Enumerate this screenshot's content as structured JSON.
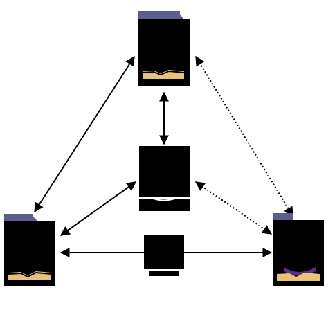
{
  "diagram": {
    "nodes": [
      {
        "id": "top",
        "kind": "cylinder-with-face",
        "icon": "database-person-icon",
        "colors": {
          "cap": "#5c5f8c",
          "body": "#000000",
          "skin": "#e8c27a"
        }
      },
      {
        "id": "left",
        "kind": "cylinder-with-face",
        "icon": "database-person-icon",
        "colors": {
          "cap": "#5c5f8c",
          "body": "#000000",
          "skin": "#e8c27a"
        }
      },
      {
        "id": "right",
        "kind": "round-head-with-face",
        "icon": "person-hooded-icon",
        "colors": {
          "cap": "#5c5f8c",
          "body": "#000000",
          "skin": "#e8c27a",
          "accent": "#5b2d86"
        }
      },
      {
        "id": "center",
        "kind": "box-with-shoulders",
        "icon": "server-box-icon",
        "colors": {
          "body": "#000000"
        }
      },
      {
        "id": "bottom-center",
        "kind": "monitor",
        "icon": "monitor-icon",
        "colors": {
          "body": "#000000"
        }
      }
    ],
    "edges": [
      {
        "from": "top",
        "to": "left",
        "style": "solid",
        "direction": "both"
      },
      {
        "from": "top",
        "to": "right",
        "style": "dotted",
        "direction": "both"
      },
      {
        "from": "top",
        "to": "center",
        "style": "solid",
        "direction": "both"
      },
      {
        "from": "center",
        "to": "left",
        "style": "solid",
        "direction": "both"
      },
      {
        "from": "center",
        "to": "right",
        "style": "dotted",
        "direction": "both"
      },
      {
        "from": "left",
        "to": "right",
        "style": "solid",
        "direction": "both",
        "via": "bottom-center"
      }
    ]
  }
}
